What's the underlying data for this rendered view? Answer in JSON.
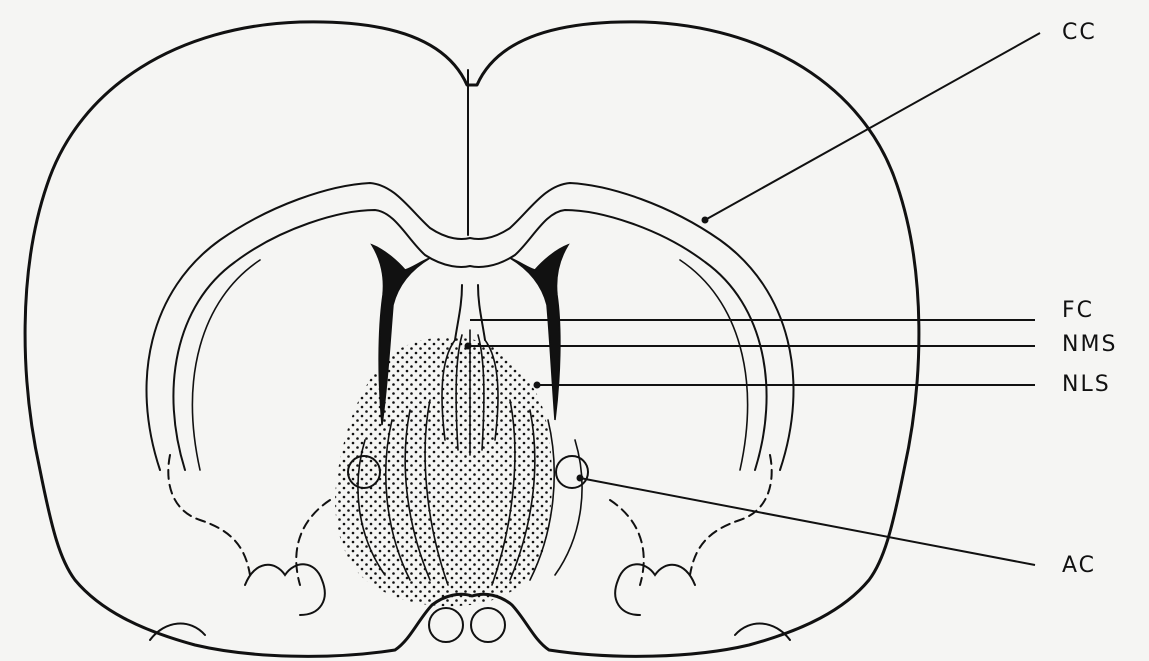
{
  "labels": {
    "cc": "CC",
    "fc": "FC",
    "nms": "NMS",
    "nls": "NLS",
    "ac": "AC"
  }
}
